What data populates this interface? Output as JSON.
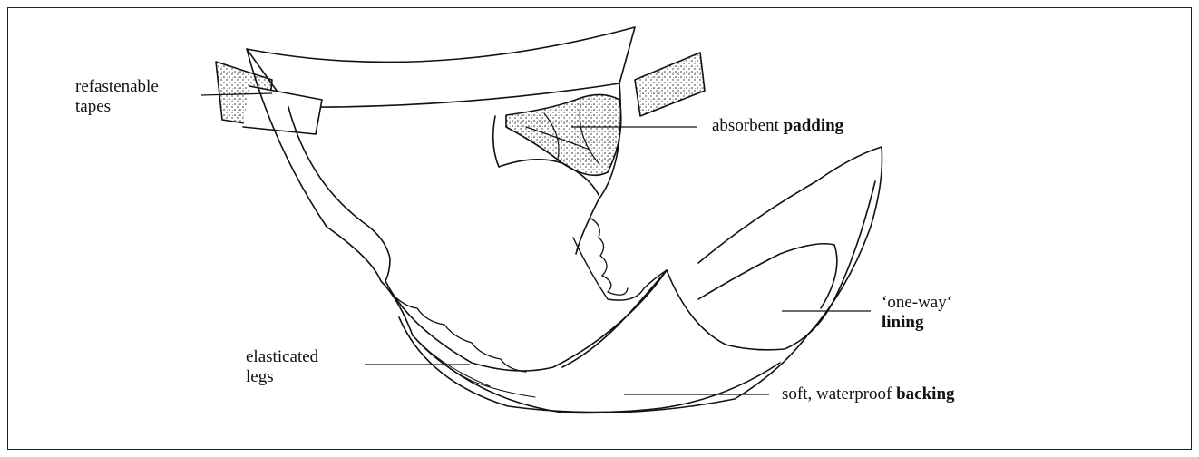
{
  "labels": {
    "tapes": {
      "line1": "refastenable",
      "line2": "tapes"
    },
    "padding": {
      "plain": "absorbent ",
      "bold": "padding"
    },
    "lining": {
      "line1": "‘one-way‘",
      "bold": "lining"
    },
    "legs": {
      "line1": "elasticated",
      "line2": "legs"
    },
    "backing": {
      "plain": "soft, waterproof ",
      "bold": "backing"
    }
  }
}
